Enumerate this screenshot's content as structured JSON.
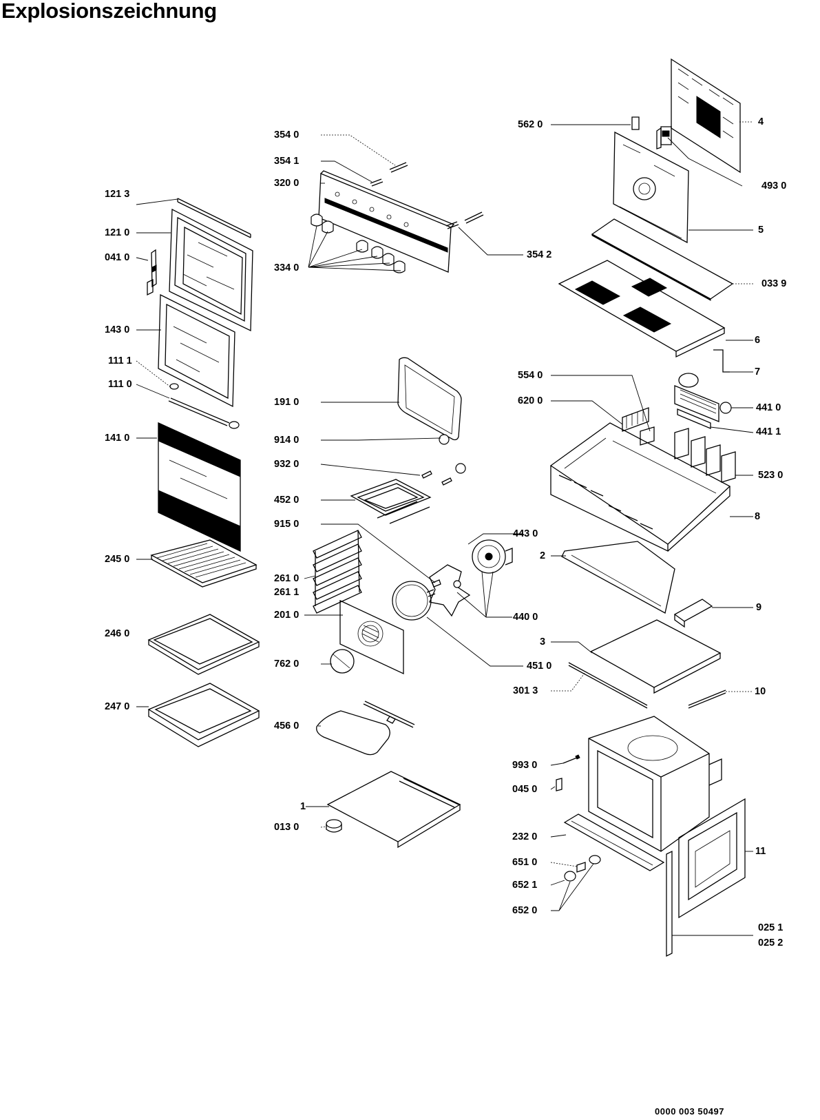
{
  "title": "Explosionszeichnung",
  "document_number": "0000 003 50497",
  "parts": [
    {
      "id": "p1213",
      "label": "121 3"
    },
    {
      "id": "p1210",
      "label": "121 0"
    },
    {
      "id": "p0410",
      "label": "041 0"
    },
    {
      "id": "p1430",
      "label": "143 0"
    },
    {
      "id": "p1111",
      "label": "111 1"
    },
    {
      "id": "p1110",
      "label": "111 0"
    },
    {
      "id": "p1410",
      "label": "141 0"
    },
    {
      "id": "p2450",
      "label": "245 0"
    },
    {
      "id": "p2460",
      "label": "246 0"
    },
    {
      "id": "p2470",
      "label": "247 0"
    },
    {
      "id": "p3540",
      "label": "354 0"
    },
    {
      "id": "p3541",
      "label": "354 1"
    },
    {
      "id": "p3200",
      "label": "320 0"
    },
    {
      "id": "p3340",
      "label": "334 0"
    },
    {
      "id": "p3542",
      "label": "354 2"
    },
    {
      "id": "p1910",
      "label": "191 0"
    },
    {
      "id": "p9140",
      "label": "914 0"
    },
    {
      "id": "p9320",
      "label": "932 0"
    },
    {
      "id": "p4520",
      "label": "452 0"
    },
    {
      "id": "p9150",
      "label": "915 0"
    },
    {
      "id": "p2610",
      "label": "261 0"
    },
    {
      "id": "p2611",
      "label": "261 1"
    },
    {
      "id": "p2010",
      "label": "201 0"
    },
    {
      "id": "p7620",
      "label": "762 0"
    },
    {
      "id": "p4560",
      "label": "456 0"
    },
    {
      "id": "p1",
      "label": "1"
    },
    {
      "id": "p0130",
      "label": "013 0"
    },
    {
      "id": "p4430",
      "label": "443 0"
    },
    {
      "id": "p4400",
      "label": "440 0"
    },
    {
      "id": "p4510",
      "label": "451 0"
    },
    {
      "id": "p5620",
      "label": "562 0"
    },
    {
      "id": "p4",
      "label": "4"
    },
    {
      "id": "p4930",
      "label": "493 0"
    },
    {
      "id": "p5",
      "label": "5"
    },
    {
      "id": "p0339",
      "label": "033 9"
    },
    {
      "id": "p6",
      "label": "6"
    },
    {
      "id": "p7",
      "label": "7"
    },
    {
      "id": "p5540",
      "label": "554 0"
    },
    {
      "id": "p6200",
      "label": "620 0"
    },
    {
      "id": "p4410",
      "label": "441 0"
    },
    {
      "id": "p4411",
      "label": "441 1"
    },
    {
      "id": "p5230",
      "label": "523 0"
    },
    {
      "id": "p8",
      "label": "8"
    },
    {
      "id": "p2",
      "label": "2"
    },
    {
      "id": "p9",
      "label": "9"
    },
    {
      "id": "p3",
      "label": "3"
    },
    {
      "id": "p3013",
      "label": "301 3"
    },
    {
      "id": "p10",
      "label": "10"
    },
    {
      "id": "p9930",
      "label": "993 0"
    },
    {
      "id": "p0450",
      "label": "045 0"
    },
    {
      "id": "p2320",
      "label": "232 0"
    },
    {
      "id": "p6510",
      "label": "651 0"
    },
    {
      "id": "p6521",
      "label": "652 1"
    },
    {
      "id": "p6520",
      "label": "652 0"
    },
    {
      "id": "p11",
      "label": "11"
    },
    {
      "id": "p0251",
      "label": "025 1"
    },
    {
      "id": "p0252",
      "label": "025 2"
    }
  ]
}
